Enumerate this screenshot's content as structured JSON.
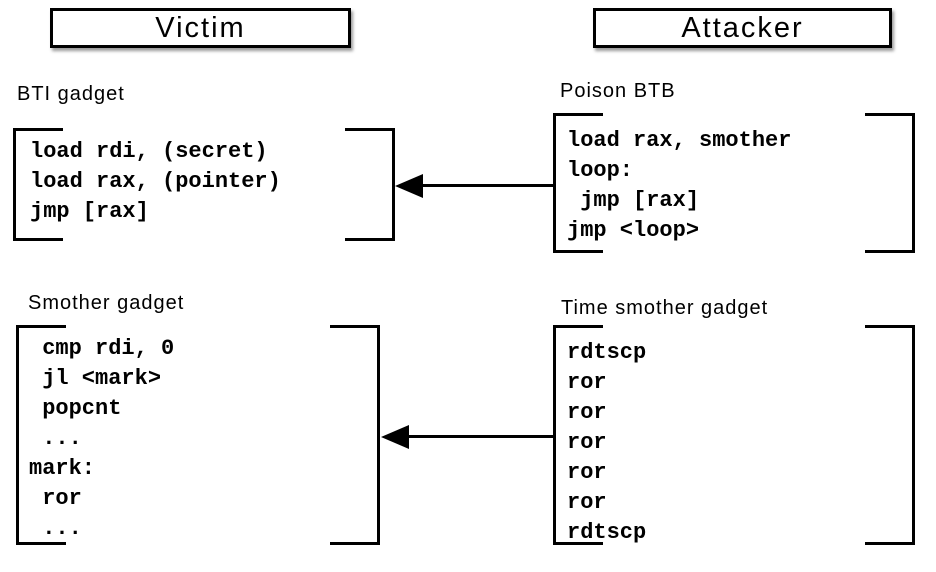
{
  "figure": {
    "victim": {
      "title": "Victim",
      "blocks": [
        {
          "label": "BTI gadget",
          "code": "load rdi, (secret)\nload rax, (pointer)\njmp [rax]"
        },
        {
          "label": "Smother gadget",
          "code": " cmp rdi, 0\n jl <mark>\n popcnt\n ...\nmark:\n ror\n ..."
        }
      ]
    },
    "attacker": {
      "title": "Attacker",
      "blocks": [
        {
          "label": "Poison BTB",
          "code": "load rax, smother\nloop:\n jmp [rax]\njmp <loop>"
        },
        {
          "label": "Time smother gadget",
          "code": "rdtscp\nror\nror\nror\nror\nror\nrdtscp"
        }
      ]
    },
    "arrows": [
      {
        "from": "Poison BTB",
        "to": "BTI gadget",
        "direction": "left"
      },
      {
        "from": "Time smother gadget",
        "to": "Smother gadget",
        "direction": "left"
      }
    ],
    "colors": {
      "ink": "#000000",
      "background": "#ffffff"
    }
  }
}
